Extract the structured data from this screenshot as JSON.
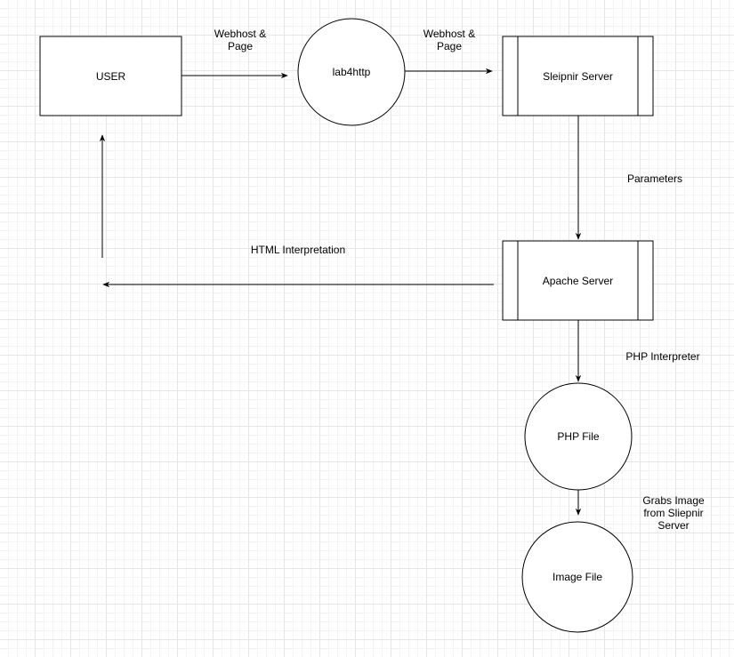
{
  "nodes": {
    "user": "USER",
    "lab4http": "lab4http",
    "sleipnir": "Sleipnir Server",
    "apache": "Apache Server",
    "php_file": "PHP File",
    "image_file": "Image File"
  },
  "edges": {
    "user_to_lab4http": "Webhost &\nPage",
    "lab4http_to_sleipnir": "Webhost &\nPage",
    "sleipnir_to_apache": "Parameters",
    "apache_to_user": "HTML Interpretation",
    "apache_to_php": "PHP Interpreter",
    "php_to_image": "Grabs Image\nfrom Sliepnir\nServer"
  }
}
